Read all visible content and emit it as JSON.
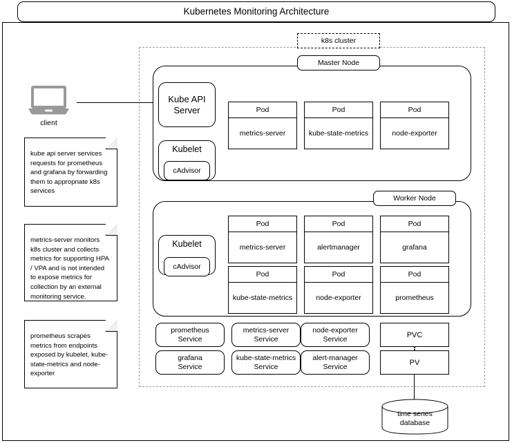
{
  "title": "Kubernetes Monitoring Architecture",
  "cluster": {
    "label": "k8s cluster"
  },
  "client": {
    "label": "client",
    "icon": "laptop-icon"
  },
  "master_node": {
    "label": "Master Node",
    "kube_api_server": "Kube API\nServer",
    "kube_api_server_line1": "Kube API",
    "kube_api_server_line2": "Server",
    "kubelet": "Kubelet",
    "cadvisor": "cAdvisor",
    "pods": [
      {
        "header": "Pod",
        "name": "metrics-server"
      },
      {
        "header": "Pod",
        "name": "kube-state-metrics"
      },
      {
        "header": "Pod",
        "name": "node-exporter"
      }
    ]
  },
  "worker_node": {
    "label": "Worker Node",
    "kubelet": "Kubelet",
    "cadvisor": "cAdvisor",
    "pods": [
      {
        "header": "Pod",
        "name": "metrics-server"
      },
      {
        "header": "Pod",
        "name": "alertmanager"
      },
      {
        "header": "Pod",
        "name": "grafana"
      },
      {
        "header": "Pod",
        "name": "kube-state-metrics"
      },
      {
        "header": "Pod",
        "name": "node-exporter"
      },
      {
        "header": "Pod",
        "name": "prometheus"
      }
    ]
  },
  "services": [
    {
      "name": "prometheus",
      "kind": "Service"
    },
    {
      "name": "metrics-server",
      "kind": "Service"
    },
    {
      "name": "node-exporter",
      "kind": "Service"
    },
    {
      "name": "grafana",
      "kind": "Service"
    },
    {
      "name": "kube-state-metrics",
      "kind": "Service"
    },
    {
      "name": "alert-manager",
      "kind": "Service"
    }
  ],
  "storage": {
    "pvc": "PVC",
    "pv": "PV",
    "database_line1": "time series",
    "database_line2": "database"
  },
  "notes": [
    {
      "id": "note-kube-api",
      "text": "kube api server services requests for prometheus and grafana by forwarding them to appropriate k8s services"
    },
    {
      "id": "note-metrics-server",
      "text": "metrics-server monitors k8s cluster and collects metrics for supporting HPA / VPA and is not intended to expose metrics for collection by an external monitoring service."
    },
    {
      "id": "note-prometheus",
      "text": "prometheus scrapes metrics from endpoints exposed by kubelet, kube-state-metrics and node-exporter"
    }
  ],
  "colors": {
    "stroke": "#000000",
    "cluster_dash": "#9a9a9a",
    "laptop": "#999999",
    "background": "#ffffff"
  }
}
